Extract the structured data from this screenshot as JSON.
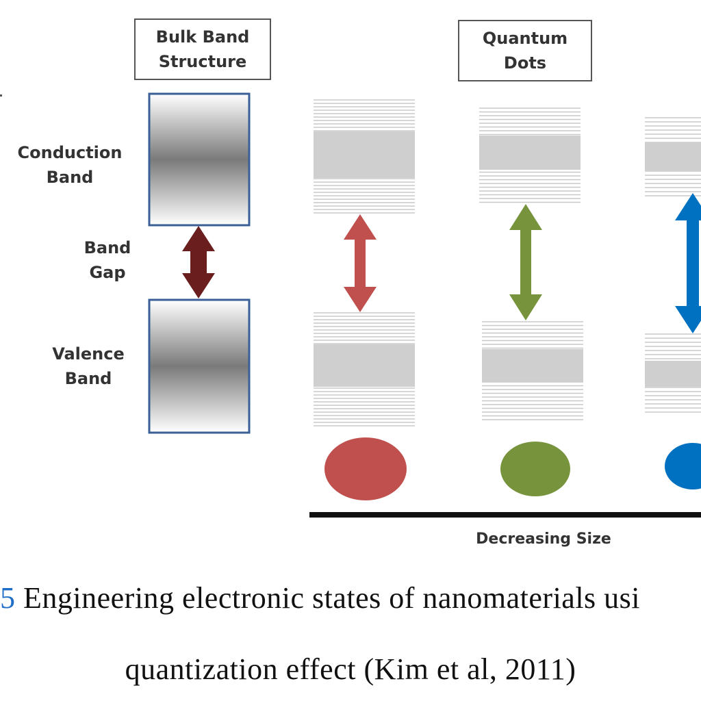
{
  "headers": {
    "bulk_line1": "Bulk Band",
    "bulk_line2": "Structure",
    "qd_line1": "Quantum",
    "qd_line2": "Dots"
  },
  "labels": {
    "conduction_line1": "Conduction",
    "conduction_line2": "Band",
    "gap_line1": "Band",
    "gap_line2": "Gap",
    "valence_line1": "Valence",
    "valence_line2": "Band",
    "decreasing_size": "Decreasing Size"
  },
  "caption": {
    "marker": "5",
    "line1": " Engineering  electronic states of nanomaterials usi",
    "line2": "quantization effect (Kim et al, 2011)"
  },
  "colors": {
    "bulk_arrow": "#6b1e1e",
    "red": "#c0504d",
    "green": "#77933c",
    "blue": "#0070c0",
    "box_border": "#3a5f96",
    "level_lines": "#c8c8c8",
    "band_fill": "#cfcfcf"
  },
  "dots": [
    {
      "name": "red-quantum-dot",
      "color": "#c0504d"
    },
    {
      "name": "green-quantum-dot",
      "color": "#77933c"
    },
    {
      "name": "blue-quantum-dot",
      "color": "#0070c0"
    }
  ]
}
